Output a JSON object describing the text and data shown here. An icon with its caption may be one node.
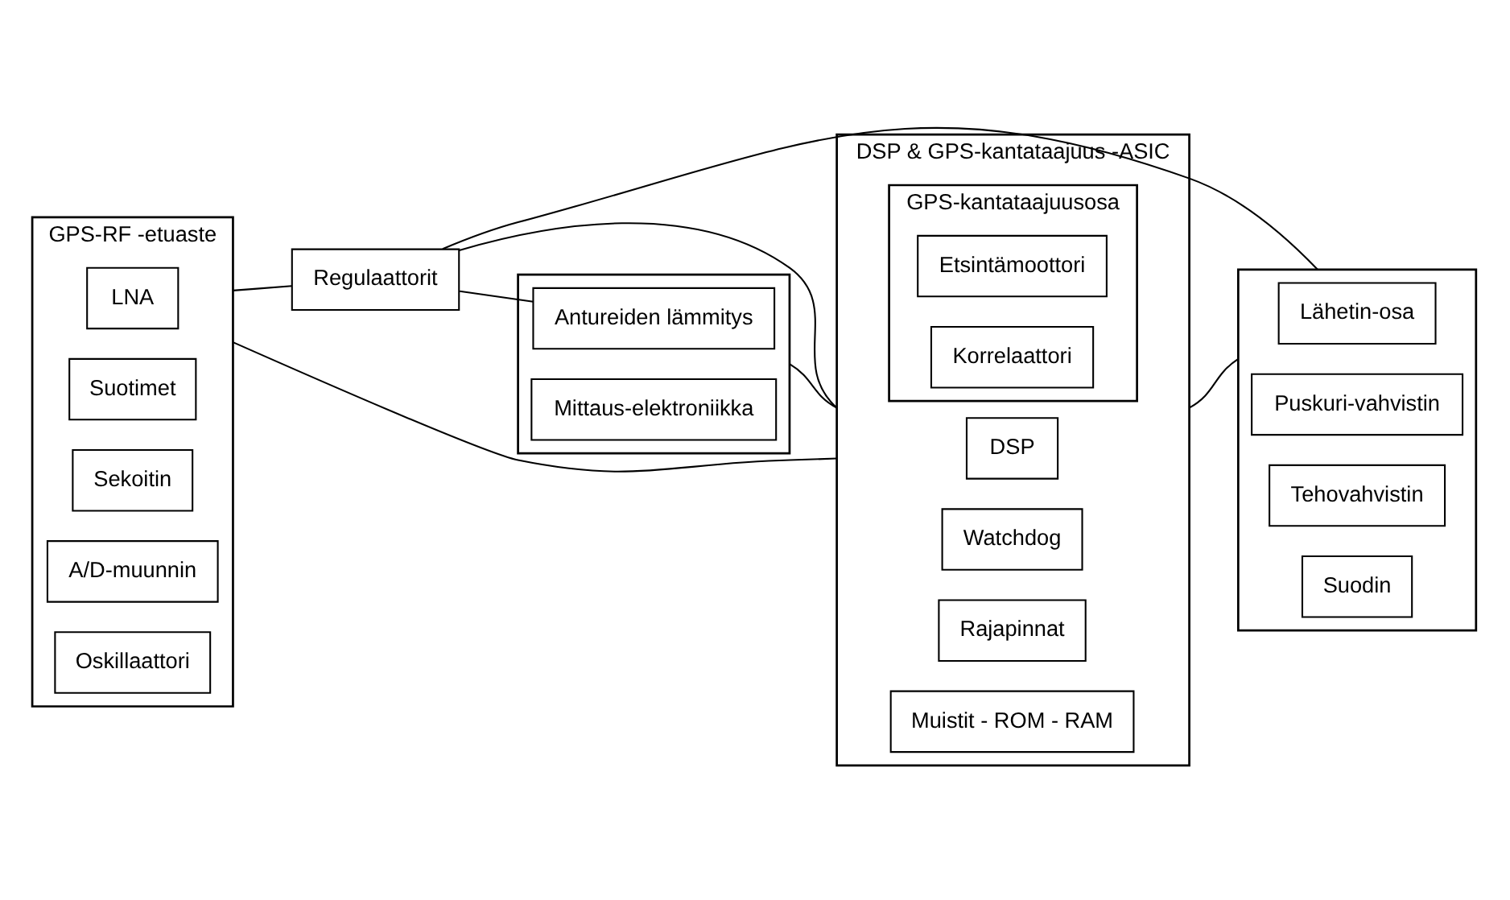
{
  "diagram": {
    "nodes": [
      {
        "text": [
          "GPS-RF -etuaste"
        ]
      },
      {
        "text": [
          "LNA"
        ],
        "in": 0
      },
      {
        "text": [
          "Suotimet"
        ],
        "in": 0
      },
      {
        "text": [
          "Sekoitin"
        ],
        "in": 0
      },
      {
        "text": [
          "A/D-muunnin"
        ],
        "in": 0
      },
      {
        "text": [
          "Oskillaattori"
        ],
        "in": 0
      },
      {
        "text": [
          "Regulaattorit"
        ]
      },
      {
        "text": [],
        "shape": "box"
      },
      {
        "text": [
          "Lähetin-osa"
        ],
        "in": 7
      },
      {
        "text": [
          "Puskuri-vahvistin"
        ],
        "in": 7
      },
      {
        "text": [
          "Tehovahvistin"
        ],
        "in": 7
      },
      {
        "text": [
          "Suodin"
        ],
        "in": 7
      },
      {
        "text": [
          "DSP & GPS-kantataajuus -ASIC"
        ]
      },
      {
        "text": [
          "DSP"
        ],
        "in": 12
      },
      {
        "text": [
          "Watchdog"
        ],
        "in": 12
      },
      {
        "text": [
          "Rajapinnat"
        ],
        "in": 12
      },
      {
        "text": [
          "Muistit - ROM - RAM"
        ],
        "in": 12
      },
      {
        "text": [
          "GPS-kantataajuusosa"
        ],
        "in": 12
      },
      {
        "text": [
          "Etsintämoottori"
        ],
        "in": 17
      },
      {
        "text": [
          "Korrelaattori"
        ],
        "in": 17
      },
      {
        "text": [],
        "shape": "box"
      },
      {
        "text": [
          "Antureiden lämmitys"
        ],
        "in": 20
      },
      {
        "text": [
          "Mittaus-elektroniikka"
        ],
        "in": 20
      }
    ],
    "edges": [
      {
        "from": 0,
        "to": 6,
        "arrow": "none"
      },
      {
        "from": 6,
        "to": 7,
        "arrow": "none"
      },
      {
        "from": 6,
        "to": 12,
        "arrow": "none"
      },
      {
        "from": 6,
        "to": 21,
        "arrow": "none"
      },
      {
        "from": 0,
        "to": 12,
        "arrow": "none"
      },
      {
        "from": 12,
        "to": 7,
        "arrow": "none"
      },
      {
        "from": 20,
        "to": 12,
        "arrow": "none"
      }
    ]
  }
}
